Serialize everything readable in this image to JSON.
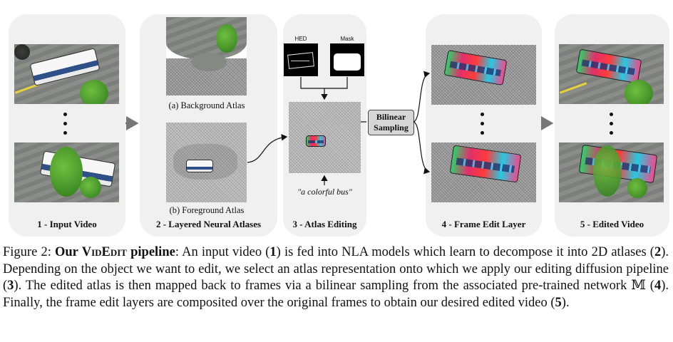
{
  "panels": {
    "p1": "1 - Input Video",
    "p2": "2 - Layered Neural Atlases",
    "p3": "3 - Atlas Editing",
    "p4": "4 - Frame Edit Layer",
    "p5": "5 - Edited Video"
  },
  "atlas_captions": {
    "background": "(a) Background Atlas",
    "foreground": "(b) Foreground Atlas"
  },
  "editing": {
    "hed_label": "HED",
    "mask_label": "Mask",
    "prompt": "\"a colorful bus\""
  },
  "sampler": {
    "line1": "Bilinear",
    "line2": "Sampling"
  },
  "caption": {
    "fig_label": "Figure 2:",
    "title_prefix": "Our ",
    "title_name": "VidEdit",
    "title_suffix": " pipeline",
    "s1": ": An input video (",
    "n1": "1",
    "s2": ") is fed into NLA models which learn to decompose it into 2D atlases (",
    "n2": "2",
    "s3": "). Depending on the object we want to edit, we select an atlas representation onto which we apply our editing diffusion pipeline (",
    "n3": "3",
    "s4": "). The edited atlas is then mapped back to frames via a bilinear sampling from the associated pre-trained network 𝕄 (",
    "n4": "4",
    "s5": "). Finally, the frame edit layers are composited over the original frames to obtain our desired edited video (",
    "n5": "5",
    "s6": ")."
  }
}
